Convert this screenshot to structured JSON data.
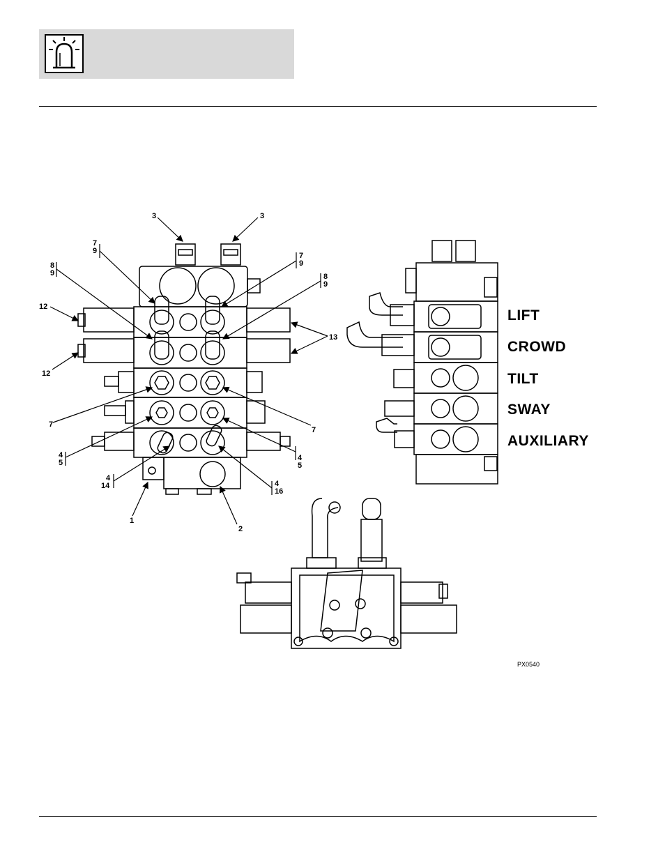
{
  "header": {
    "icon": "beacon-light-icon"
  },
  "sections": [
    {
      "label": "LIFT"
    },
    {
      "label": "CROWD"
    },
    {
      "label": "TILT"
    },
    {
      "label": "SWAY"
    },
    {
      "label": "AUXILIARY"
    }
  ],
  "callouts": {
    "c3a": "3",
    "c3b": "3",
    "c79a": "7\n9",
    "c79b": "7\n9",
    "c89a": "8\n9",
    "c89b": "8\n9",
    "c12a": "12",
    "c12b": "12",
    "c13": "13",
    "c7a": "7",
    "c7b": "7",
    "c45a": "4\n5",
    "c45b": "4\n5",
    "c414": "4\n14",
    "c416": "4\n16",
    "c1": "1",
    "c2": "2"
  },
  "figure_id": "PX0540"
}
